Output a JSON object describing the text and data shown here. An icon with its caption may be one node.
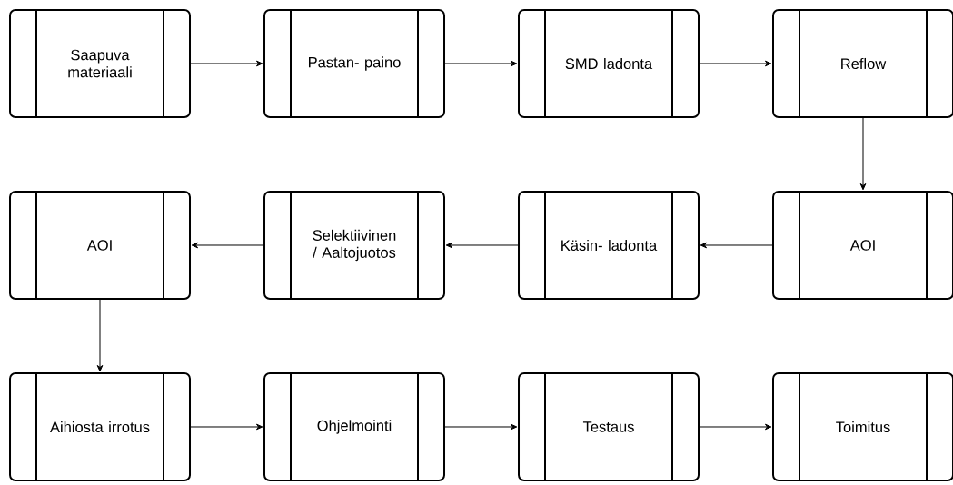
{
  "diagram": {
    "nodes": [
      {
        "text": [
          "Saapuva materiaali"
        ]
      },
      {
        "text": [
          "Pastan- paino"
        ]
      },
      {
        "text": [
          "SMD ladonta"
        ]
      },
      {
        "text": [
          "Reflow"
        ]
      },
      {
        "text": [
          "AOI"
        ]
      },
      {
        "text": [
          "Selektiivinen / Aaltojuotos"
        ]
      },
      {
        "text": [
          "Käsin- ladonta"
        ]
      },
      {
        "text": [
          "AOI"
        ]
      },
      {
        "text": [
          "Aihiosta irrotus"
        ]
      },
      {
        "text": [
          "Ohjelmointi"
        ]
      },
      {
        "text": [
          "Testaus"
        ]
      },
      {
        "text": [
          "Toimitus"
        ]
      }
    ],
    "edges": [
      {
        "from": 0,
        "to": 1,
        "arrow": "to"
      },
      {
        "from": 1,
        "to": 2,
        "arrow": "to"
      },
      {
        "from": 2,
        "to": 3,
        "arrow": "to"
      },
      {
        "from": 3,
        "to": 7,
        "arrow": "to"
      },
      {
        "from": 7,
        "to": 6,
        "arrow": "to"
      },
      {
        "from": 6,
        "to": 5,
        "arrow": "to"
      },
      {
        "from": 5,
        "to": 4,
        "arrow": "to"
      },
      {
        "from": 4,
        "to": 8,
        "arrow": "to"
      },
      {
        "from": 8,
        "to": 9,
        "arrow": "to"
      },
      {
        "from": 9,
        "to": 10,
        "arrow": "to"
      },
      {
        "from": 10,
        "to": 11,
        "arrow": "to"
      }
    ]
  }
}
